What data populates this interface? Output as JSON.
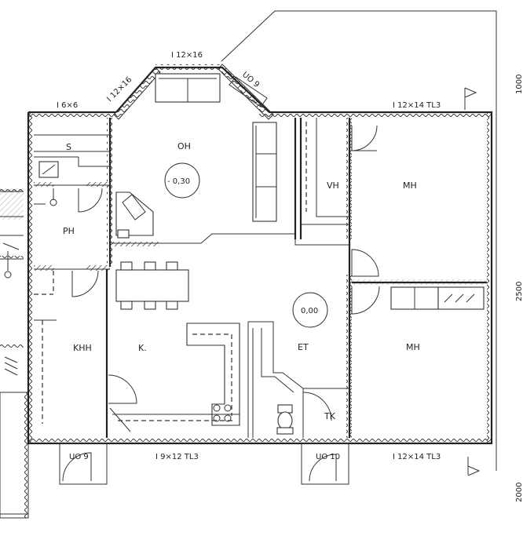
{
  "rooms": {
    "oh": "OH",
    "vh": "VH",
    "mh_top": "MH",
    "mh_bottom": "MH",
    "s": "S",
    "ph": "PH",
    "khh": "KHH",
    "k": "K.",
    "et": "ET",
    "tk": "TK"
  },
  "levels": {
    "oh_level": "- 0,30",
    "et_level": "0,00"
  },
  "windows": {
    "top_center": "I 12×16",
    "top_diag": "I 12×16",
    "top_left": "I 6×6",
    "top_right": "I 12×14  TL3",
    "bottom_center": "I 9×12  TL3",
    "bottom_right": "I 12×14  TL3"
  },
  "doors": {
    "top_diag": "UO 9",
    "bottom_left": "UO 9",
    "bottom_mid": "UO 10"
  },
  "margin_numbers": {
    "top": "1000",
    "middle": "2500",
    "bottom": "2000"
  }
}
